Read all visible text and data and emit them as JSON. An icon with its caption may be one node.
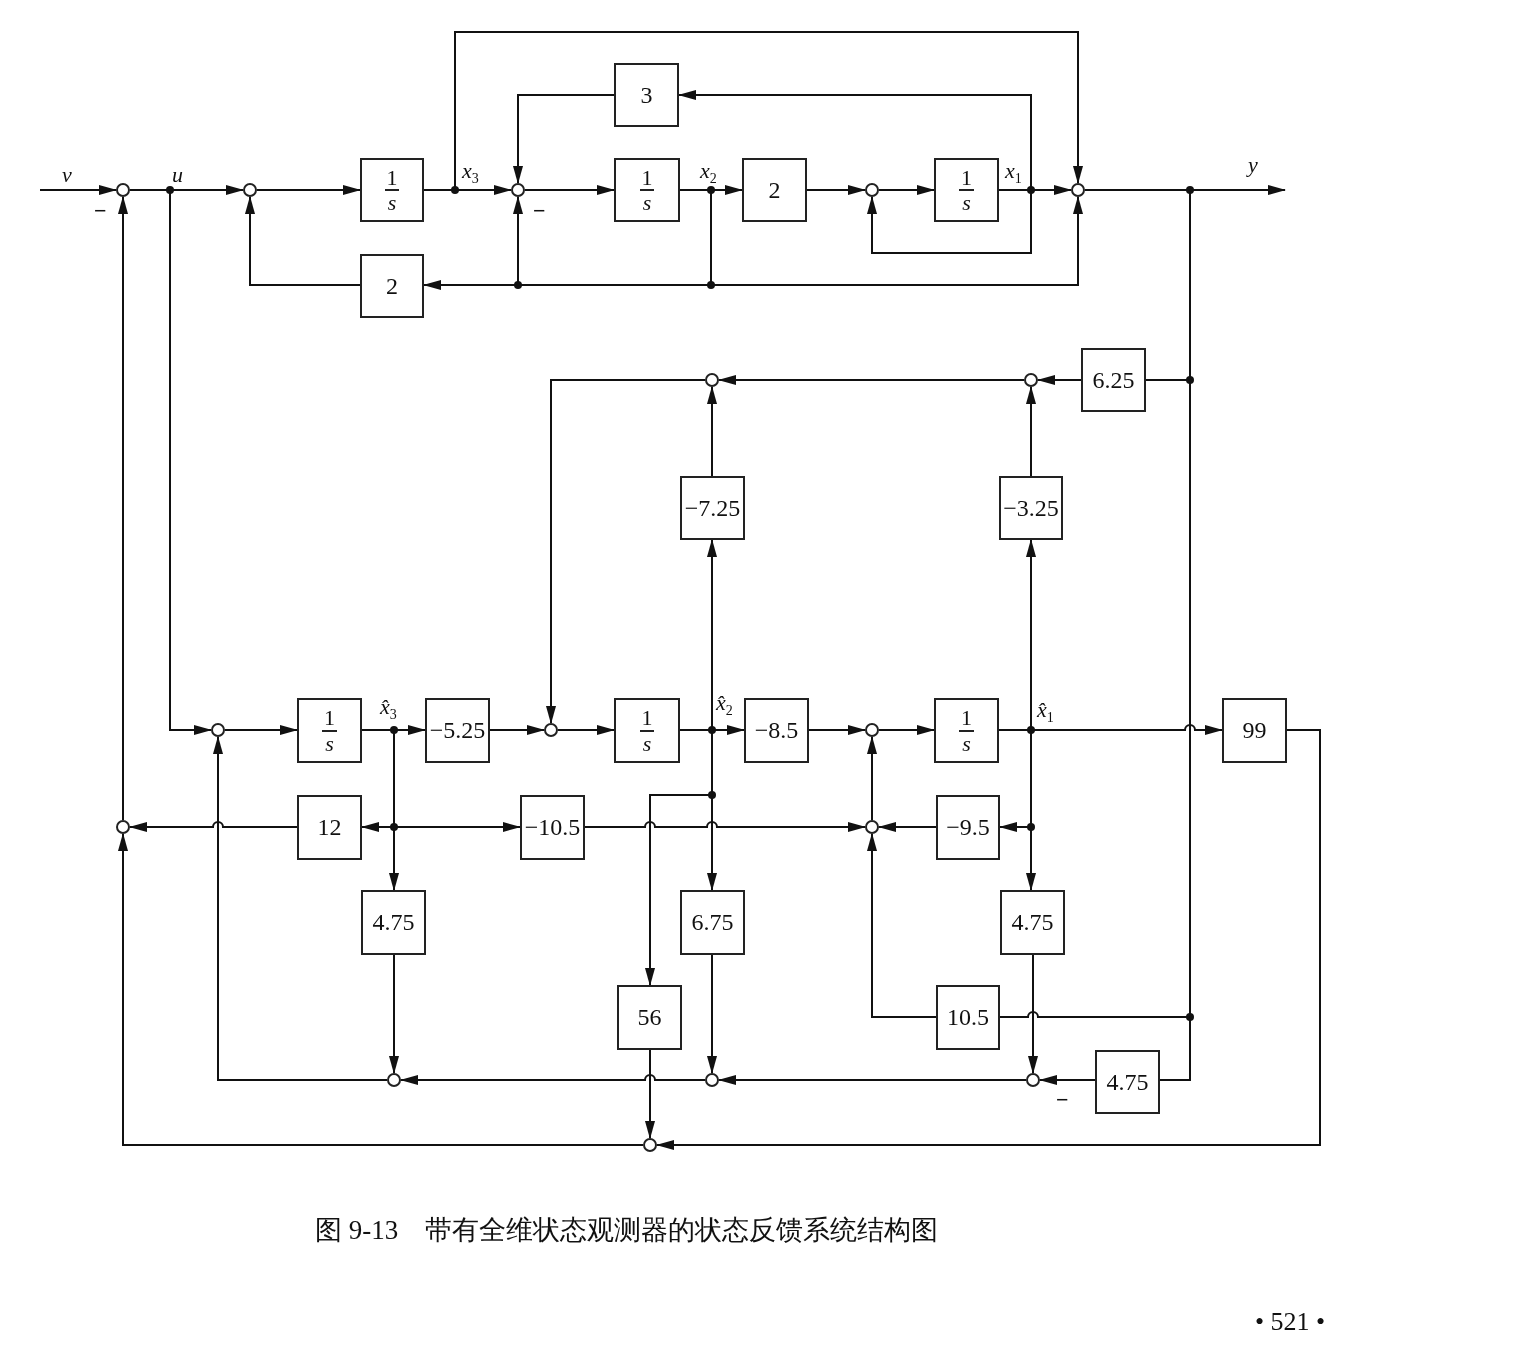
{
  "diagram": {
    "caption": "图 9-13　带有全维状态观测器的状态反馈系统结构图",
    "nodes": [
      {
        "text": [
          "3"
        ]
      },
      {
        "text": [],
        "shape": "circle"
      },
      {
        "text": [],
        "shape": "circle"
      },
      {
        "text": [
          "1",
          "s"
        ]
      },
      {
        "text": [],
        "shape": "circle"
      },
      {
        "text": [
          "1",
          "s"
        ]
      },
      {
        "text": [
          "2"
        ]
      },
      {
        "text": [],
        "shape": "circle"
      },
      {
        "text": [
          "1",
          "s"
        ]
      },
      {
        "text": [],
        "shape": "circle"
      },
      {
        "text": [
          "2"
        ]
      },
      {
        "text": [],
        "shape": "circle"
      },
      {
        "text": [],
        "shape": "circle"
      },
      {
        "text": [
          "6.25"
        ]
      },
      {
        "text": [
          "−7.25"
        ]
      },
      {
        "text": [
          "−3.25"
        ]
      },
      {
        "text": [],
        "shape": "circle"
      },
      {
        "text": [
          "1",
          "s"
        ]
      },
      {
        "text": [
          "−5.25"
        ]
      },
      {
        "text": [],
        "shape": "circle"
      },
      {
        "text": [
          "1",
          "s"
        ]
      },
      {
        "text": [
          "−8.5"
        ]
      },
      {
        "text": [],
        "shape": "circle"
      },
      {
        "text": [
          "1",
          "s"
        ]
      },
      {
        "text": [
          "99"
        ]
      },
      {
        "text": [],
        "shape": "circle"
      },
      {
        "text": [
          "12"
        ]
      },
      {
        "text": [
          "−10.5"
        ]
      },
      {
        "text": [],
        "shape": "circle"
      },
      {
        "text": [
          "−9.5"
        ]
      },
      {
        "text": [
          "4.75"
        ]
      },
      {
        "text": [
          "6.75"
        ]
      },
      {
        "text": [
          "4.75"
        ]
      },
      {
        "text": [
          "56"
        ]
      },
      {
        "text": [
          "10.5"
        ]
      },
      {
        "text": [],
        "shape": "circle"
      },
      {
        "text": [],
        "shape": "circle"
      },
      {
        "text": [],
        "shape": "circle"
      },
      {
        "text": [
          "4.75"
        ]
      },
      {
        "text": [],
        "shape": "circle"
      }
    ],
    "edges": [
      {
        "from": null,
        "to": 1,
        "arrow": "to"
      },
      {
        "from": 1,
        "to": 2,
        "arrow": "to"
      },
      {
        "from": 1,
        "to": 16,
        "arrow": "to"
      },
      {
        "from": 2,
        "to": 3,
        "arrow": "to"
      },
      {
        "from": 3,
        "to": 4,
        "arrow": "to"
      },
      {
        "from": 3,
        "to": 9,
        "arrow": "to"
      },
      {
        "from": 4,
        "to": 5,
        "arrow": "to"
      },
      {
        "from": 5,
        "to": 6,
        "arrow": "to"
      },
      {
        "from": 5,
        "to": 10,
        "arrow": "to"
      },
      {
        "from": 5,
        "to": 4,
        "arrow": "to"
      },
      {
        "from": 5,
        "to": 9,
        "arrow": "to"
      },
      {
        "from": 6,
        "to": 7,
        "arrow": "to"
      },
      {
        "from": 7,
        "to": 8,
        "arrow": "to"
      },
      {
        "from": 8,
        "to": 9,
        "arrow": "to"
      },
      {
        "from": 8,
        "to": 0,
        "arrow": "to"
      },
      {
        "from": 8,
        "to": 7,
        "arrow": "to"
      },
      {
        "from": 0,
        "to": 4,
        "arrow": "to"
      },
      {
        "from": 10,
        "to": 2,
        "arrow": "to"
      },
      {
        "from": 9,
        "to": null,
        "arrow": "to"
      },
      {
        "from": 9,
        "to": 13,
        "arrow": "none"
      },
      {
        "from": 9,
        "to": 34,
        "arrow": "none"
      },
      {
        "from": 9,
        "to": 38,
        "arrow": "none"
      },
      {
        "from": 13,
        "to": 12,
        "arrow": "to"
      },
      {
        "from": 12,
        "to": 11,
        "arrow": "to"
      },
      {
        "from": 14,
        "to": 11,
        "arrow": "to"
      },
      {
        "from": 15,
        "to": 12,
        "arrow": "to"
      },
      {
        "from": 11,
        "to": 19,
        "arrow": "to"
      },
      {
        "from": 16,
        "to": 17,
        "arrow": "to"
      },
      {
        "from": 17,
        "to": 18,
        "arrow": "to"
      },
      {
        "from": 17,
        "to": 26,
        "arrow": "to"
      },
      {
        "from": 17,
        "to": 27,
        "arrow": "to"
      },
      {
        "from": 17,
        "to": 30,
        "arrow": "to"
      },
      {
        "from": 18,
        "to": 19,
        "arrow": "to"
      },
      {
        "from": 19,
        "to": 20,
        "arrow": "to"
      },
      {
        "from": 20,
        "to": 21,
        "arrow": "to"
      },
      {
        "from": 20,
        "to": 14,
        "arrow": "to"
      },
      {
        "from": 20,
        "to": 33,
        "arrow": "to"
      },
      {
        "from": 20,
        "to": 31,
        "arrow": "to"
      },
      {
        "from": 21,
        "to": 22,
        "arrow": "to"
      },
      {
        "from": 22,
        "to": 23,
        "arrow": "to"
      },
      {
        "from": 23,
        "to": 24,
        "arrow": "to"
      },
      {
        "from": 23,
        "to": 15,
        "arrow": "to"
      },
      {
        "from": 23,
        "to": 29,
        "arrow": "to"
      },
      {
        "from": 23,
        "to": 32,
        "arrow": "to"
      },
      {
        "from": 24,
        "to": 39,
        "arrow": "to"
      },
      {
        "from": 26,
        "to": 25,
        "arrow": "to"
      },
      {
        "from": 27,
        "to": 28,
        "arrow": "to"
      },
      {
        "from": 29,
        "to": 28,
        "arrow": "to"
      },
      {
        "from": 34,
        "to": 28,
        "arrow": "to"
      },
      {
        "from": 28,
        "to": 22,
        "arrow": "to"
      },
      {
        "from": 30,
        "to": 35,
        "arrow": "to"
      },
      {
        "from": 31,
        "to": 36,
        "arrow": "to"
      },
      {
        "from": 32,
        "to": 37,
        "arrow": "to"
      },
      {
        "from": 38,
        "to": 37,
        "arrow": "to"
      },
      {
        "from": 37,
        "to": 36,
        "arrow": "to"
      },
      {
        "from": 36,
        "to": 35,
        "arrow": "to"
      },
      {
        "from": 35,
        "to": 16,
        "arrow": "to"
      },
      {
        "from": 33,
        "to": 39,
        "arrow": "to"
      },
      {
        "from": 39,
        "to": 25,
        "arrow": "to"
      },
      {
        "from": 25,
        "to": 1,
        "arrow": "to"
      }
    ],
    "labels": [
      "v",
      "u",
      "x$_{3}$",
      "x$_{2}$",
      "x$_{1}$",
      "y",
      "−",
      "−",
      "x̂$_{3}$",
      "x̂$_{2}$",
      "x̂$_{1}$",
      "−",
      "• 521 •"
    ]
  }
}
